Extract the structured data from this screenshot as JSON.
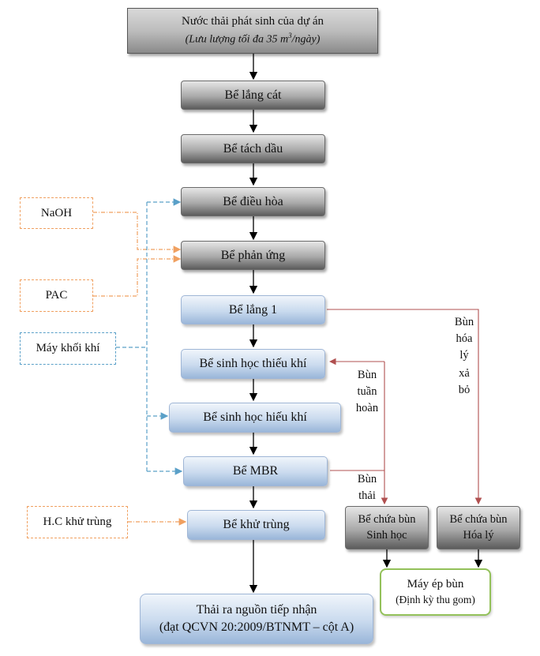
{
  "source": {
    "title": "Nước thải phát sinh của dự án",
    "subtitle_prefix": "(Lưu lượng tối đa 35 m",
    "subtitle_sup": "3",
    "subtitle_suffix": "/ngày)"
  },
  "steps": {
    "sand_settling": "Bể lắng cát",
    "oil_separation": "Bể tách dầu",
    "equalization": "Bể điều hòa",
    "reaction": "Bể phản ứng",
    "settling_1": "Bể lắng 1",
    "anoxic": "Bể sinh học thiếu khí",
    "aerobic": "Bể sinh học hiếu khí",
    "mbr": "Bể MBR",
    "disinfection": "Bể khử trùng"
  },
  "inputs": {
    "naoh": "NaOH",
    "pac": "PAC",
    "blower": "Máy khối khí",
    "disinfectant": "H.C khử trùng"
  },
  "sludge": {
    "bio_tank_line1": "Bể chứa bùn",
    "bio_tank_line2": "Sinh học",
    "chem_tank_line1": "Bể chứa bùn",
    "chem_tank_line2": "Hóa lý",
    "press": "Máy ép bùn",
    "press_note": "(Định kỳ thu gom)"
  },
  "labels": {
    "recycle": [
      "Bùn",
      "tuần",
      "hoàn"
    ],
    "waste": [
      "Bùn",
      "thải"
    ],
    "chem_discharge": [
      "Bùn",
      "hóa",
      "lý",
      "xả",
      "bỏ"
    ]
  },
  "output": {
    "line1": "Thải ra nguồn tiếp nhận",
    "line2": "(đạt QCVN 20:2009/BTNMT – cột A)"
  },
  "colors": {
    "orange_dash": "#f0a060",
    "blue_dash": "#5aa0c8",
    "sludge_line": "#b05050",
    "green_border": "#93c15a"
  }
}
